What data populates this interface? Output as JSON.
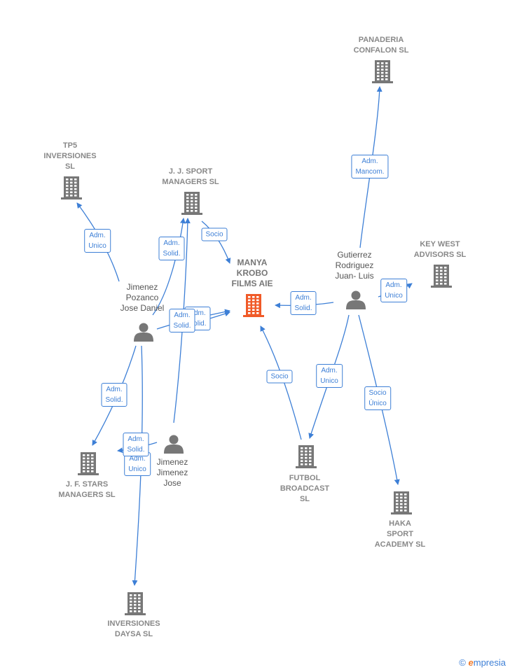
{
  "colors": {
    "edge": "#3d7fd6",
    "node": "#777777",
    "main_node": "#f05a28"
  },
  "nodes": [
    {
      "id": "manya",
      "kind": "main",
      "label": "MANYA\nKROBO\nFILMS AIE",
      "icon": "building-icon"
    },
    {
      "id": "panaderia",
      "kind": "company",
      "label": "PANADERIA\nCONFALON SL",
      "icon": "building-icon"
    },
    {
      "id": "tp5",
      "kind": "company",
      "label": "TP5\nINVERSIONES\nSL",
      "icon": "building-icon"
    },
    {
      "id": "jjsport",
      "kind": "company",
      "label": "J.  J. SPORT\nMANAGERS SL",
      "icon": "building-icon"
    },
    {
      "id": "keywest",
      "kind": "company",
      "label": "KEY WEST\nADVISORS  SL",
      "icon": "building-icon"
    },
    {
      "id": "jfstars",
      "kind": "company",
      "label": "J.  F. STARS\nMANAGERS SL",
      "icon": "building-icon"
    },
    {
      "id": "futbol",
      "kind": "company",
      "label": "FUTBOL\nBROADCAST\nSL",
      "icon": "building-icon"
    },
    {
      "id": "haka",
      "kind": "company",
      "label": "HAKA\nSPORT\nACADEMY  SL",
      "icon": "building-icon"
    },
    {
      "id": "daysa",
      "kind": "company",
      "label": "INVERSIONES\nDAYSA  SL",
      "icon": "building-icon"
    },
    {
      "id": "pozanco",
      "kind": "person",
      "label": "Jimenez\nPozanco\nJose Daniel",
      "icon": "person-icon"
    },
    {
      "id": "gutierrez",
      "kind": "person",
      "label": "Gutierrez\nRodriguez\nJuan- Luis",
      "icon": "person-icon"
    },
    {
      "id": "jimenezjose",
      "kind": "person",
      "label": "Jimenez\nJimenez\nJose",
      "icon": "person-icon"
    }
  ],
  "edges": [
    {
      "from": "gutierrez",
      "to": "panaderia",
      "label": "Adm.\nMancom."
    },
    {
      "from": "gutierrez",
      "to": "keywest",
      "label": "Adm.\nUnico"
    },
    {
      "from": "gutierrez",
      "to": "manya",
      "label": "Adm.\nSolid."
    },
    {
      "from": "gutierrez",
      "to": "futbol",
      "label": "Adm.\nUnico"
    },
    {
      "from": "gutierrez",
      "to": "haka",
      "label": "Socio\nÚnico"
    },
    {
      "from": "futbol",
      "to": "manya",
      "label": "Socio"
    },
    {
      "from": "jjsport",
      "to": "manya",
      "label": "Socio"
    },
    {
      "from": "pozanco",
      "to": "tp5",
      "label": "Adm.\nUnico"
    },
    {
      "from": "pozanco",
      "to": "jjsport",
      "label": "Adm.\nSolid."
    },
    {
      "from": "pozanco",
      "to": "manya",
      "label": "Adm.\nSolid."
    },
    {
      "from": "pozanco",
      "to": "jfstars",
      "label": "Adm.\nSolid."
    },
    {
      "from": "pozanco",
      "to": "daysa",
      "label": "Adm.\nUnico"
    },
    {
      "from": "jimenezjose",
      "to": "jjsport",
      "label": "Adm.\nSolid."
    },
    {
      "from": "jimenezjose",
      "to": "manya",
      "label": "Adm.\nSolid."
    },
    {
      "from": "jimenezjose",
      "to": "jfstars",
      "label": "Adm.\nSolid."
    }
  ],
  "footer": {
    "copyright": "©",
    "brand_initial": "e",
    "brand_rest": "mpresia"
  }
}
